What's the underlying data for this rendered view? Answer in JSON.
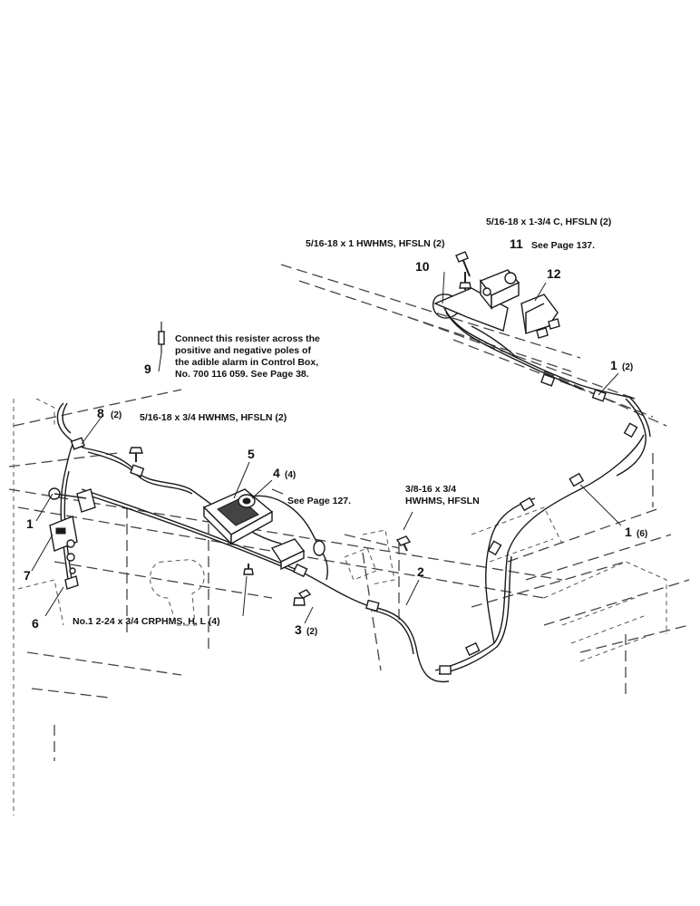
{
  "callouts": {
    "c1": "1",
    "c1_2": "1",
    "c1_2_qty": "(2)",
    "c1_6": "1",
    "c1_6_qty": "(6)",
    "c2": "2",
    "c3": "3",
    "c3_qty": "(2)",
    "c4": "4",
    "c4_qty": "(4)",
    "c5": "5",
    "c6": "6",
    "c7": "7",
    "c8": "8",
    "c8_qty": "(2)",
    "c9": "9",
    "c10": "10",
    "c11": "11",
    "c12": "12"
  },
  "notes": {
    "top_right_bolt": "5/16-18 x 1-3/4 C, HFSLN (2)",
    "item11_see": "See Page 137.",
    "top_bolt": "5/16-18 x 1 HWHMS, HFSLN (2)",
    "resistor_line1": "Connect this resister across the",
    "resistor_line2": "positive and negative poles of",
    "resistor_line3": "the adible alarm in Control Box,",
    "resistor_line4": "No. 700 116 059.  See Page 38.",
    "left_bolt": "5/16-18 x 3/4 HWHMS, HFSLN (2)",
    "item4_see": "See Page 127.",
    "right_bolt_line1": "3/8-16 x 3/4",
    "right_bolt_line2": "HWHMS, HFSLN",
    "bottom_screw": "No.1 2-24 x 3/4 CRPHMS, H, L (4)"
  }
}
